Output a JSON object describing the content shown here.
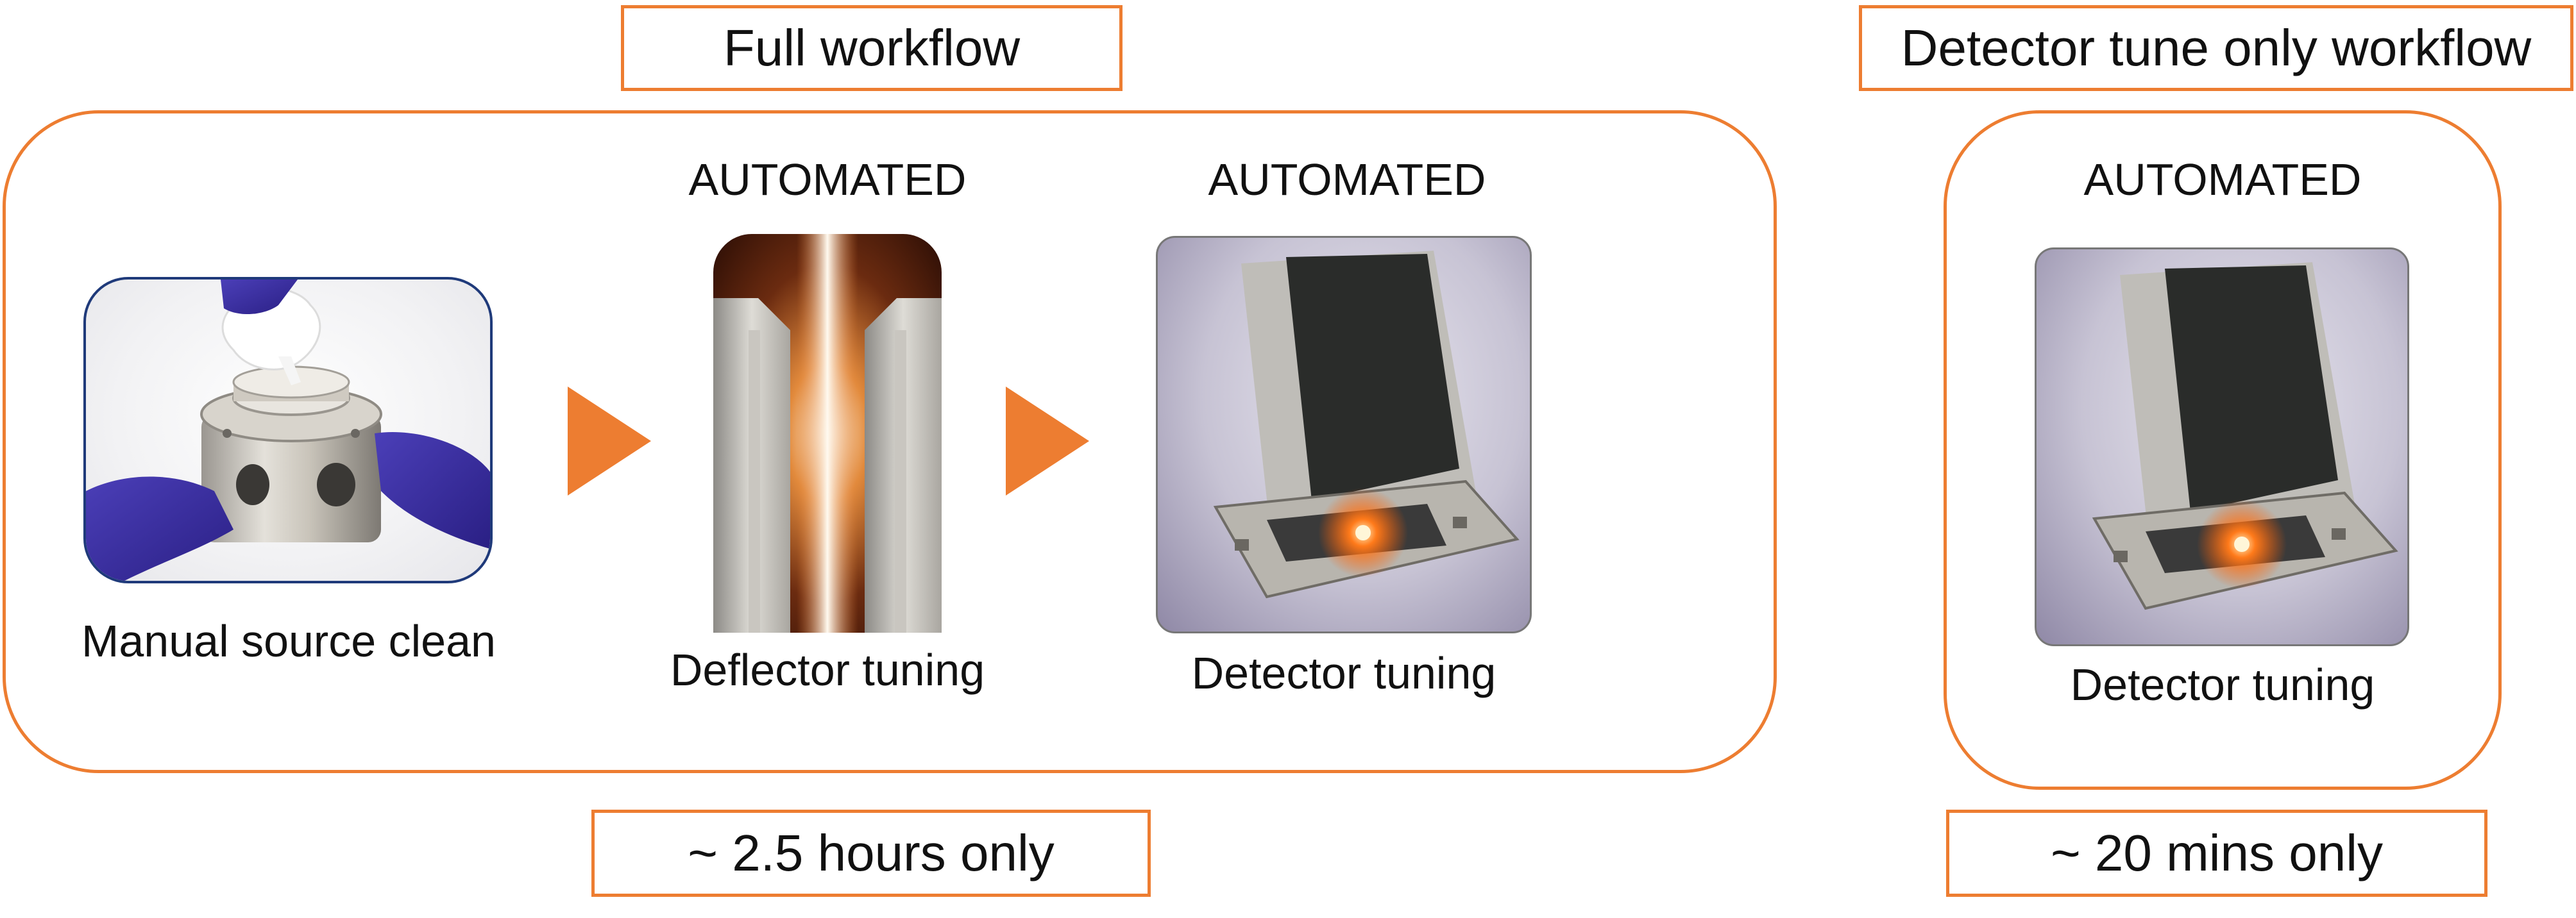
{
  "full_workflow": {
    "title": "Full workflow",
    "steps": [
      {
        "automation": "",
        "label": "Manual source clean",
        "image": "source-clean-photo"
      },
      {
        "automation": "AUTOMATED",
        "label": "Deflector tuning",
        "image": "deflector-photo"
      },
      {
        "automation": "AUTOMATED",
        "label": "Detector tuning",
        "image": "detector-photo"
      }
    ],
    "duration": "~ 2.5 hours only"
  },
  "detector_only_workflow": {
    "title": "Detector tune only workflow",
    "steps": [
      {
        "automation": "AUTOMATED",
        "label": "Detector tuning",
        "image": "detector-photo"
      }
    ],
    "duration": "~ 20 mins only"
  },
  "colors": {
    "accent": "#ED7D31",
    "tile_border_blue": "#1F3A7A"
  },
  "icons": [
    "arrow-right-icon"
  ]
}
